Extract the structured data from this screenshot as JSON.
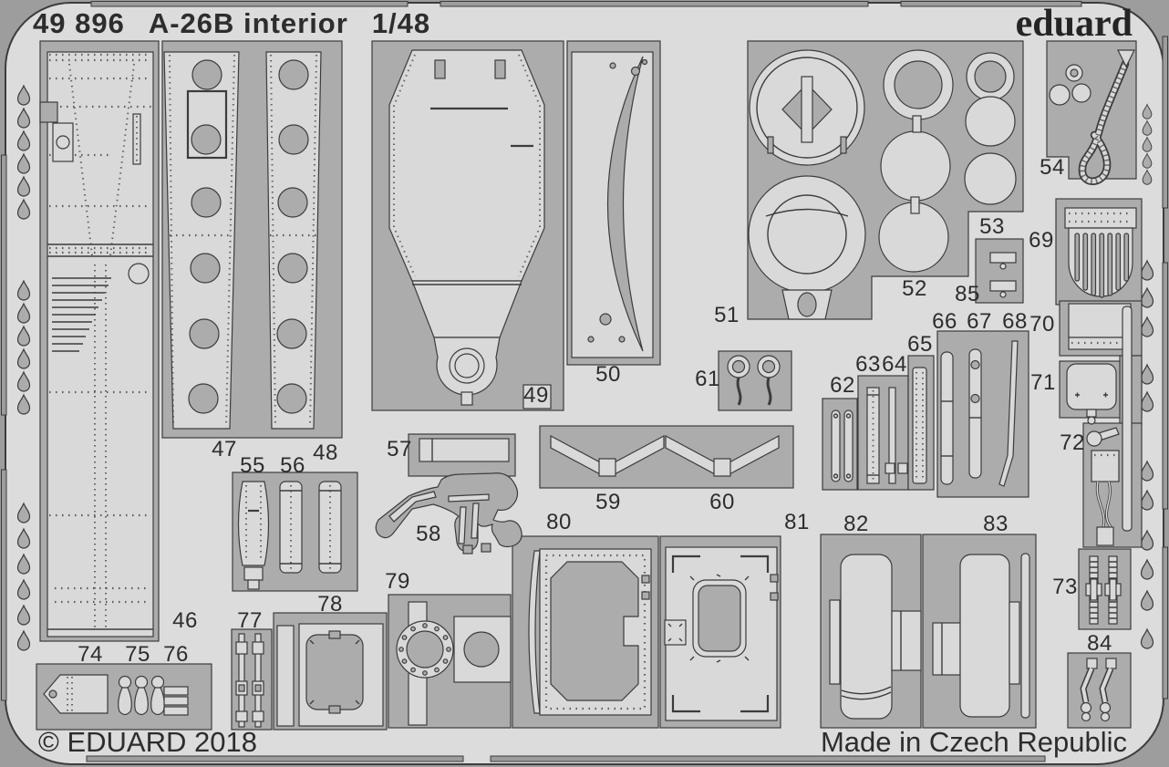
{
  "header": {
    "catalog_number": "49 896",
    "title": "A-26B interior",
    "scale": "1/48",
    "logo": "eduard"
  },
  "footer": {
    "copyright": "© EDUARD 2018",
    "made_in": "Made in Czech Republic"
  },
  "colors": {
    "background": "#9d9d9d",
    "sheet": "#dcdcdc",
    "carrier": "#acacac",
    "part_fill": "#d9d9d9",
    "outline": "#3c3c3c",
    "text": "#2d2d2d"
  },
  "parts": [
    {
      "label": "46"
    },
    {
      "label": "47"
    },
    {
      "label": "48"
    },
    {
      "label": "49"
    },
    {
      "label": "50"
    },
    {
      "label": "51"
    },
    {
      "label": "52"
    },
    {
      "label": "53"
    },
    {
      "label": "54"
    },
    {
      "label": "55"
    },
    {
      "label": "56"
    },
    {
      "label": "57"
    },
    {
      "label": "58"
    },
    {
      "label": "59"
    },
    {
      "label": "60"
    },
    {
      "label": "61"
    },
    {
      "label": "62"
    },
    {
      "label": "63"
    },
    {
      "label": "64"
    },
    {
      "label": "65"
    },
    {
      "label": "66"
    },
    {
      "label": "67"
    },
    {
      "label": "68"
    },
    {
      "label": "69"
    },
    {
      "label": "70"
    },
    {
      "label": "71"
    },
    {
      "label": "72"
    },
    {
      "label": "73"
    },
    {
      "label": "74"
    },
    {
      "label": "75"
    },
    {
      "label": "76"
    },
    {
      "label": "77"
    },
    {
      "label": "78"
    },
    {
      "label": "79"
    },
    {
      "label": "80"
    },
    {
      "label": "81"
    },
    {
      "label": "82"
    },
    {
      "label": "83"
    },
    {
      "label": "84"
    },
    {
      "label": "85"
    }
  ]
}
